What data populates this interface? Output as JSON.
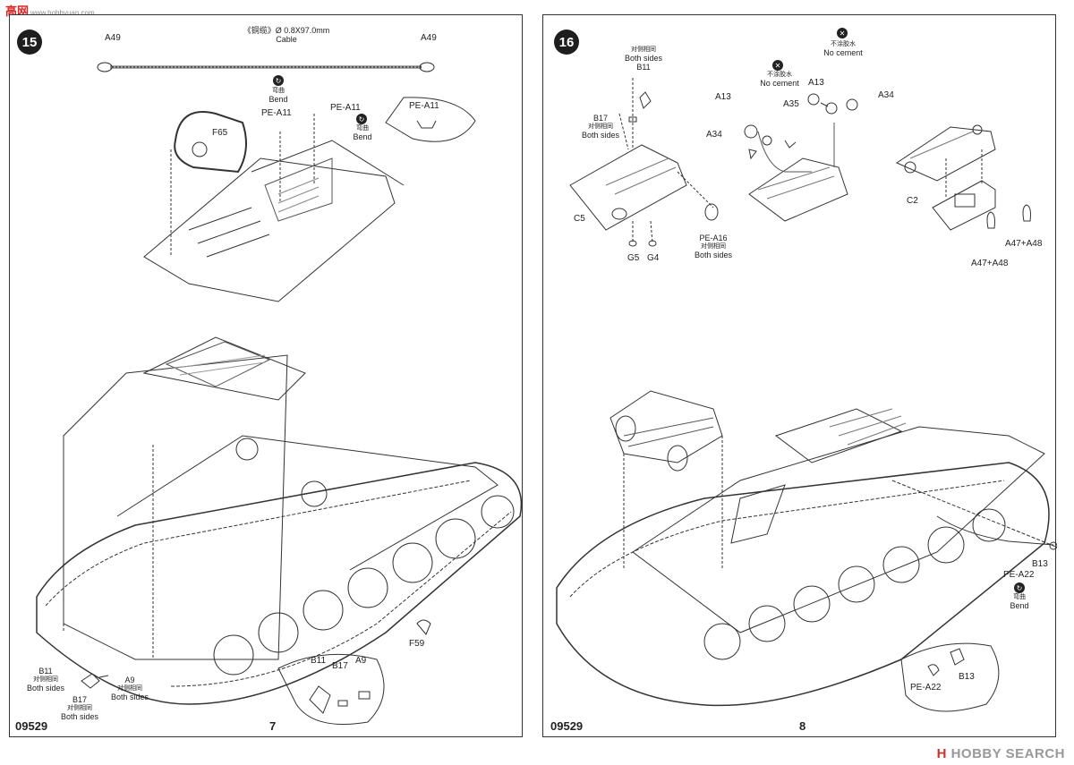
{
  "site_logo": {
    "text": "高",
    "suffix": "网",
    "url": "www.hobbyuan.com"
  },
  "watermark": {
    "mark": "H",
    "text": "HOBBY SEARCH"
  },
  "left_page": {
    "step": "15",
    "page_number": "7",
    "kit_number": "09529",
    "labels": {
      "a49_left": "A49",
      "a49_right": "A49",
      "cable_cn": "《铜缆》Ø 0.8X97.0mm",
      "cable_en": "Cable",
      "bend_cn_1": "弯曲",
      "bend_en_1": "Bend",
      "pe_a11_main": "PE-A11",
      "pe_a11_detail": "PE-A11",
      "pe_a11_callout": "PE-A11",
      "bend_cn_2": "弯曲",
      "bend_en_2": "Bend",
      "f65": "F65",
      "f59": "F59",
      "b11": "B11",
      "b11_cn": "对侧相同",
      "b11_en": "Both sides",
      "a9": "A9",
      "a9_cn": "对侧相同",
      "a9_en": "Both sides",
      "b17": "B17",
      "b17_cn": "对侧相同",
      "b17_en": "Both sides",
      "detail_b11": "B11",
      "detail_b17": "B17",
      "detail_a9": "A9"
    }
  },
  "right_page": {
    "step": "16",
    "page_number": "8",
    "kit_number": "09529",
    "labels": {
      "b11": "B11",
      "b11_cn": "对侧相同",
      "b11_en": "Both sides",
      "b17": "B17",
      "b17_cn": "对侧相同",
      "b17_en": "Both sides",
      "c5": "C5",
      "g5": "G5",
      "g4": "G4",
      "pe_a16": "PE-A16",
      "pe_a16_cn": "对侧相同",
      "pe_a16_en": "Both sides",
      "a13_1": "A13",
      "a13_2": "A13",
      "a34_1": "A34",
      "a34_2": "A34",
      "a35": "A35",
      "no_cement_cn_1": "不涂胶水",
      "no_cement_en_1": "No cement",
      "no_cement_cn_2": "不涂胶水",
      "no_cement_en_2": "No cement",
      "c2": "C2",
      "a47_a48_1": "A47+A48",
      "a47_a48_2": "A47+A48",
      "b13": "B13",
      "pe_a22": "PE-A22",
      "bend_cn": "弯曲",
      "bend_en": "Bend",
      "detail_pe_a22": "PE-A22",
      "detail_b13": "B13"
    }
  }
}
